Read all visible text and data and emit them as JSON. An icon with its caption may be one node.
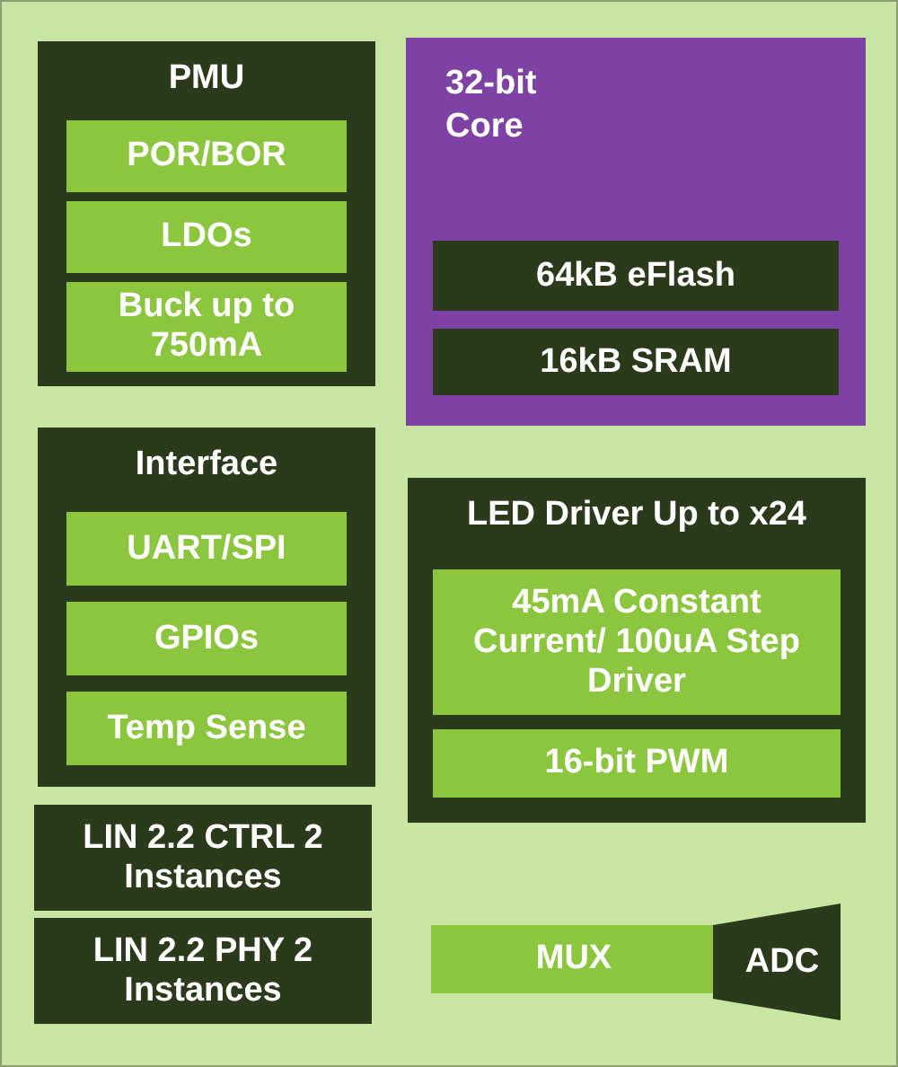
{
  "diagram": {
    "nodes": [
      {
        "text": [
          "PMU"
        ]
      },
      {
        "text": [
          "POR/BOR"
        ],
        "in": 0
      },
      {
        "text": [
          "LDOs"
        ],
        "in": 0
      },
      {
        "text": [
          "Buck up to 750mA"
        ],
        "in": 0
      },
      {
        "text": [
          "32-bit Core"
        ]
      },
      {
        "text": [
          "64kB eFlash"
        ],
        "in": 4
      },
      {
        "text": [
          "16kB SRAM"
        ],
        "in": 4
      },
      {
        "text": [
          "Interface"
        ]
      },
      {
        "text": [
          "UART/SPI"
        ],
        "in": 7
      },
      {
        "text": [
          "GPIOs"
        ],
        "in": 7
      },
      {
        "text": [
          "Temp Sense"
        ],
        "in": 7
      },
      {
        "text": [
          "LED Driver Up to x24"
        ]
      },
      {
        "text": [
          "45mA Constant Current/ 100uA Step Driver"
        ],
        "in": 11
      },
      {
        "text": [
          "16-bit PWM"
        ],
        "in": 11
      },
      {
        "text": [
          "LIN 2.2 CTRL 2 Instances"
        ]
      },
      {
        "text": [
          "LIN 2.2 PHY 2 Instances"
        ]
      },
      {
        "text": [
          "MUX"
        ]
      },
      {
        "text": [
          "ADC"
        ]
      }
    ]
  }
}
